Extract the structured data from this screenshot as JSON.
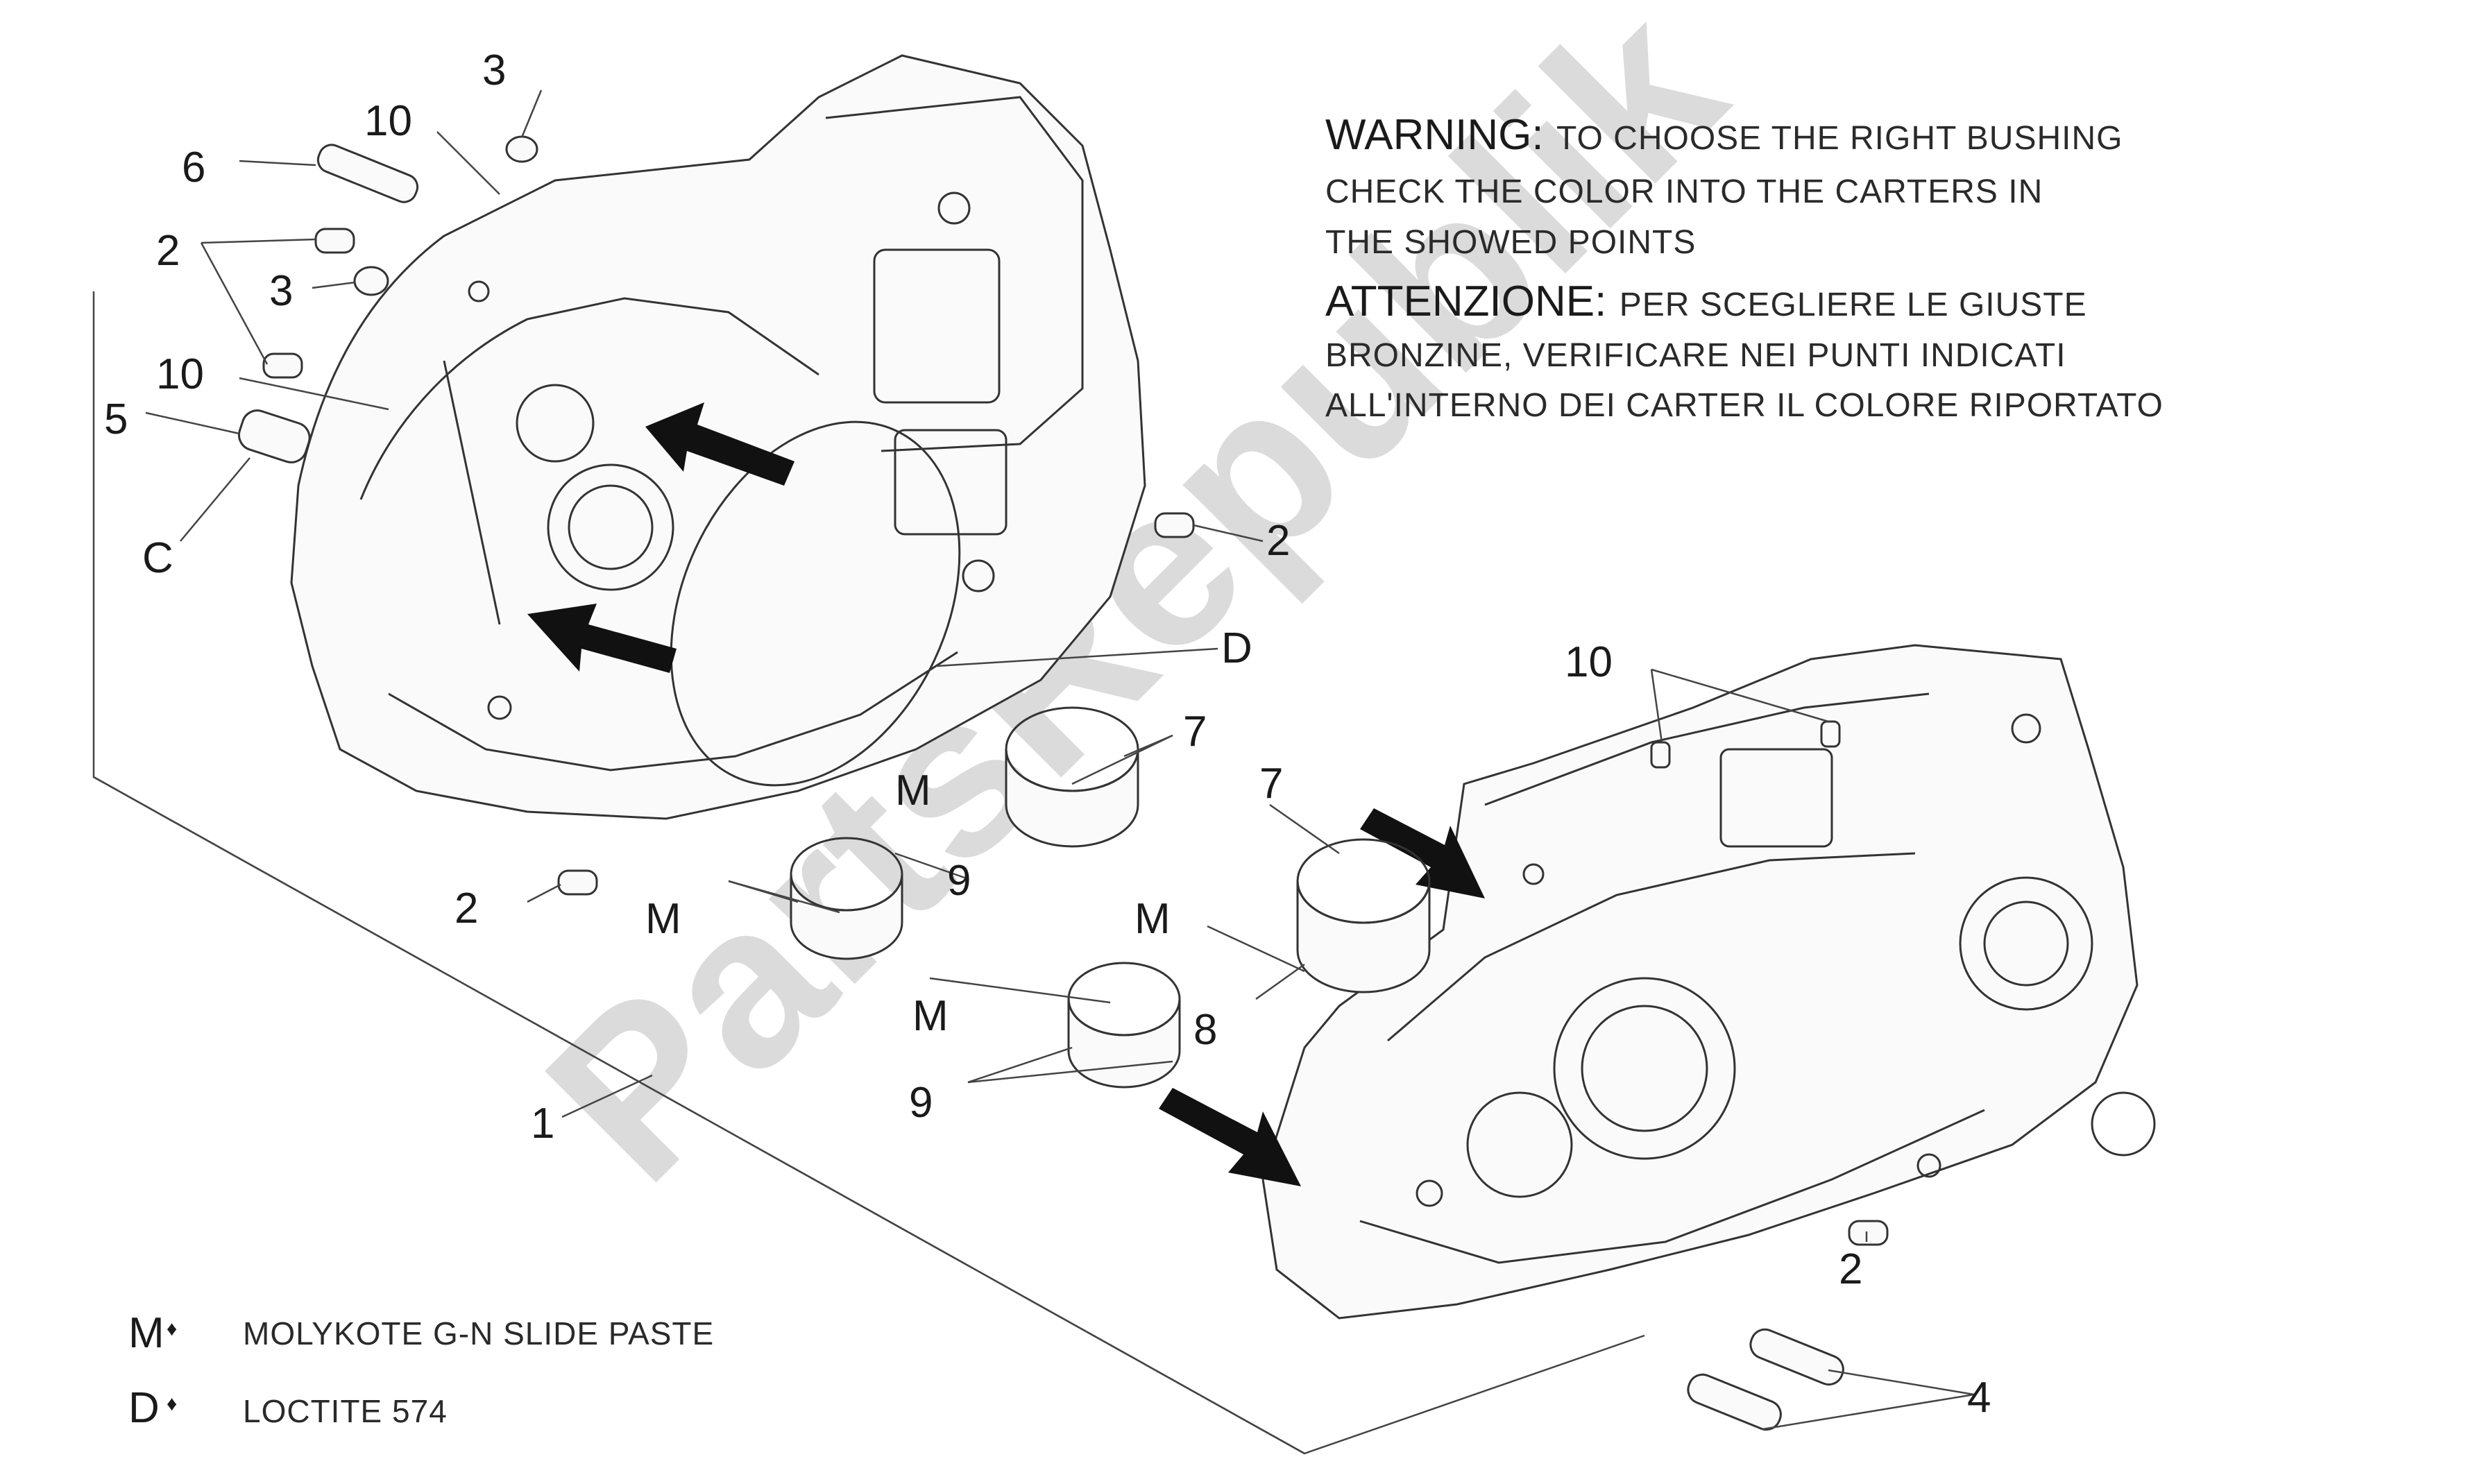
{
  "warning": {
    "line1_head": "WARNING:",
    "line1_rest": "TO CHOOSE THE RIGHT BUSHING",
    "line2": "CHECK THE COLOR INTO THE CARTERS IN",
    "line3": "THE SHOWED POINTS",
    "line4_head": "ATTENZIONE:",
    "line4_rest": "PER SCEGLIERE LE GIUSTE",
    "line5": "BRONZINE, VERIFICARE NEI PUNTI INDICATI",
    "line6": "ALL'INTERNO DEI CARTER IL COLORE RIPORTATO"
  },
  "callouts": {
    "c1": "1",
    "c2a": "2",
    "c2b": "2",
    "c2c": "2",
    "c2d": "2",
    "c3a": "3",
    "c3b": "3",
    "c4": "4",
    "c5": "5",
    "c6": "6",
    "c7a": "7",
    "c7b": "7",
    "c8": "8",
    "c9a": "9",
    "c9b": "9",
    "c10a": "10",
    "c10b": "10",
    "c10c": "10",
    "cC": "C",
    "cD": "D",
    "cM1": "M",
    "cM2": "M",
    "cM3": "M",
    "cM4": "M"
  },
  "legend": {
    "m_symbol": "M",
    "m_text": "MOLYKOTE G-N SLIDE PASTE",
    "d_symbol": "D",
    "d_text": "LOCTITE 574"
  },
  "watermark": "PartsRepublik"
}
